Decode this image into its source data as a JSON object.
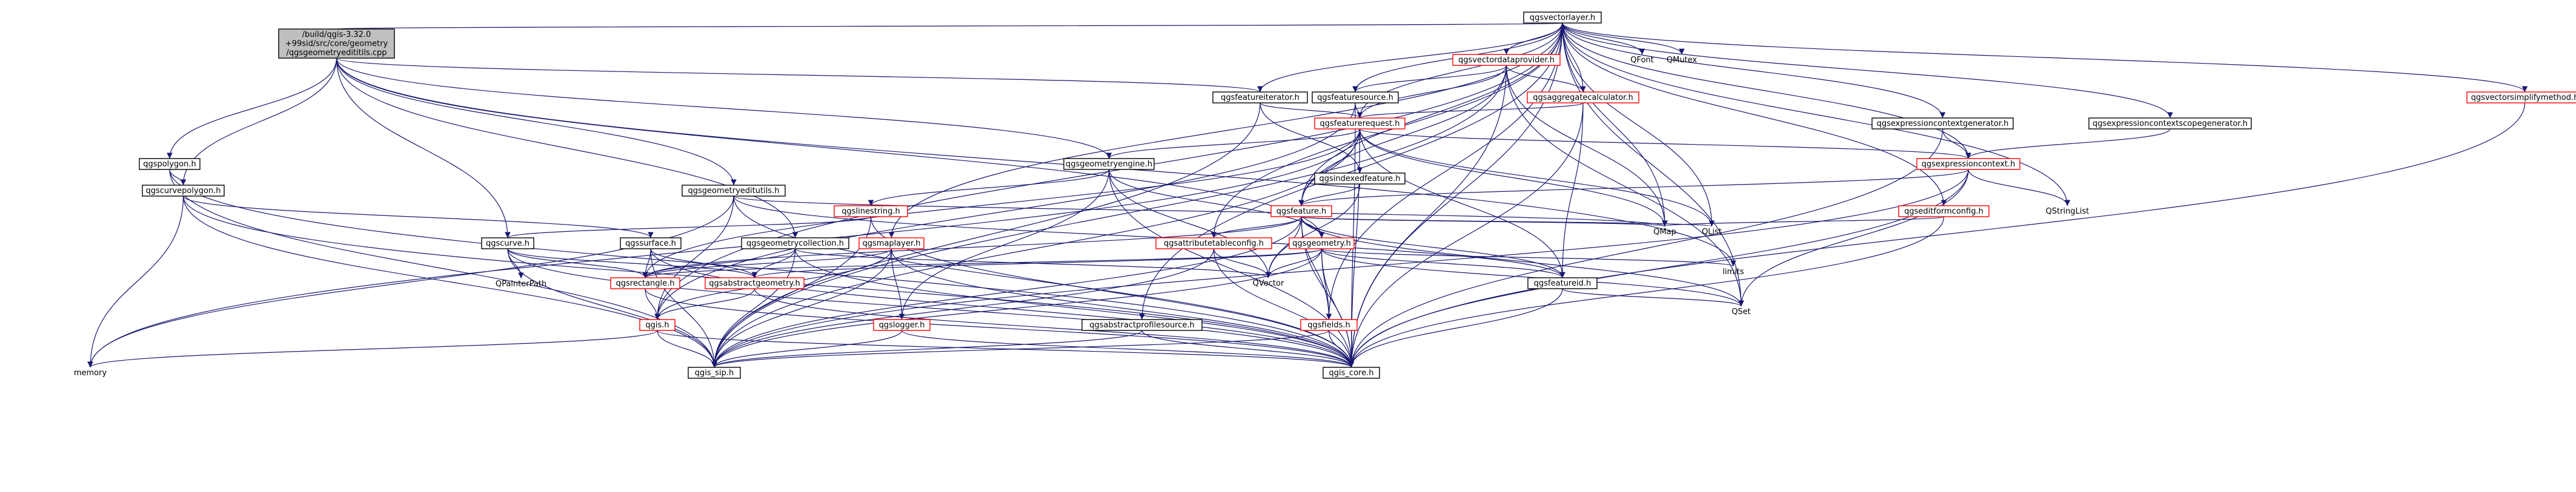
{
  "graph": {
    "root": {
      "id": "root",
      "lines": [
        "/build/qgis-3.32.0",
        "+99sid/src/core/geometry",
        "/qgsgeometryedititils.cpp"
      ]
    },
    "nodes": [
      {
        "id": "qgsvectorlayer",
        "label": "qgsvectorlayer.h",
        "style": "black"
      },
      {
        "id": "qgsvectordataprovider",
        "label": "qgsvectordataprovider.h",
        "style": "red"
      },
      {
        "id": "qgsfeaturesource",
        "label": "qgsfeaturesource.h",
        "style": "black"
      },
      {
        "id": "qgsaggregatecalculator",
        "label": "qgsaggregatecalculator.h",
        "style": "red"
      },
      {
        "id": "qgsfeatureiterator",
        "label": "qgsfeatureiterator.h",
        "style": "black"
      },
      {
        "id": "qgsfeaturerequest",
        "label": "qgsfeaturerequest.h",
        "style": "red"
      },
      {
        "id": "qgsexpressioncontextgenerator",
        "label": "qgsexpressioncontextgenerator.h",
        "style": "black"
      },
      {
        "id": "qgsexpressioncontextscopegenerator",
        "label": "qgsexpressioncontextscopegenerator.h",
        "style": "black"
      },
      {
        "id": "qgsvectorsimplifymethod",
        "label": "qgsvectorsimplifymethod.h",
        "style": "red"
      },
      {
        "id": "qgsexpressioncontext",
        "label": "qgsexpressioncontext.h",
        "style": "red"
      },
      {
        "id": "qgsindexedfeature",
        "label": "qgsindexedfeature.h",
        "style": "black"
      },
      {
        "id": "qgsgeometryengine",
        "label": "qgsgeometryengine.h",
        "style": "black"
      },
      {
        "id": "qgspolygon",
        "label": "qgspolygon.h",
        "style": "black"
      },
      {
        "id": "qgscurvepolygon",
        "label": "qgscurvepolygon.h",
        "style": "black"
      },
      {
        "id": "qgsgeometryeditutils",
        "label": "qgsgeometryeditutils.h",
        "style": "black"
      },
      {
        "id": "qgslinestring",
        "label": "qgslinestring.h",
        "style": "red"
      },
      {
        "id": "qgsfeature",
        "label": "qgsfeature.h",
        "style": "red"
      },
      {
        "id": "qgseditformconfig",
        "label": "qgseditformconfig.h",
        "style": "red"
      },
      {
        "id": "qgsattributetableconfig",
        "label": "qgsattributetableconfig.h",
        "style": "red"
      },
      {
        "id": "qgscurve",
        "label": "qgscurve.h",
        "style": "black"
      },
      {
        "id": "qgssurface",
        "label": "qgssurface.h",
        "style": "black"
      },
      {
        "id": "qgsgeometrycollection",
        "label": "qgsgeometrycollection.h",
        "style": "black"
      },
      {
        "id": "qgsmaplayer",
        "label": "qgsmaplayer.h",
        "style": "red"
      },
      {
        "id": "qgsgeometry",
        "label": "qgsgeometry.h",
        "style": "red"
      },
      {
        "id": "qgsfeatureid",
        "label": "qgsfeatureid.h",
        "style": "black"
      },
      {
        "id": "qgsrectangle",
        "label": "qgsrectangle.h",
        "style": "red"
      },
      {
        "id": "qgsabstractgeometry",
        "label": "qgsabstractgeometry.h",
        "style": "red"
      },
      {
        "id": "qgis",
        "label": "qgis.h",
        "style": "red"
      },
      {
        "id": "qgslogger",
        "label": "qgslogger.h",
        "style": "red"
      },
      {
        "id": "qgsabstractprofilesource",
        "label": "qgsabstractprofilesource.h",
        "style": "black"
      },
      {
        "id": "qgsfields",
        "label": "qgsfields.h",
        "style": "red"
      },
      {
        "id": "qgis_sip",
        "label": "qgis_sip.h",
        "style": "black"
      },
      {
        "id": "qgis_core",
        "label": "qgis_core.h",
        "style": "black"
      },
      {
        "id": "memory",
        "label": "memory",
        "style": "plain"
      },
      {
        "id": "QPainterPath",
        "label": "QPainterPath",
        "style": "plain"
      },
      {
        "id": "QVector",
        "label": "QVector",
        "style": "plain"
      },
      {
        "id": "QMap",
        "label": "QMap",
        "style": "plain"
      },
      {
        "id": "QList",
        "label": "QList",
        "style": "plain"
      },
      {
        "id": "QSet",
        "label": "QSet",
        "style": "plain"
      },
      {
        "id": "limits",
        "label": "limits",
        "style": "plain"
      },
      {
        "id": "QStringList",
        "label": "QStringList",
        "style": "plain"
      },
      {
        "id": "QFont",
        "label": "QFont",
        "style": "plain"
      },
      {
        "id": "QMutex",
        "label": "QMutex",
        "style": "plain"
      }
    ],
    "edges": [
      [
        "root",
        "qgsvectorlayer"
      ],
      [
        "root",
        "qgsgeometryeditutils"
      ],
      [
        "root",
        "qgspolygon"
      ],
      [
        "root",
        "qgscurvepolygon"
      ],
      [
        "root",
        "qgsgeometryengine"
      ],
      [
        "root",
        "qgsfeatureiterator"
      ],
      [
        "root",
        "qgsgeometrycollection"
      ],
      [
        "root",
        "qgsgeometry"
      ],
      [
        "root",
        "qgscurve"
      ],
      [
        "root",
        "limits"
      ],
      [
        "qgsvectorlayer",
        "qgsvectordataprovider"
      ],
      [
        "qgsvectorlayer",
        "qgsfeaturesource"
      ],
      [
        "qgsvectorlayer",
        "qgsaggregatecalculator"
      ],
      [
        "qgsvectorlayer",
        "qgsfeatureiterator"
      ],
      [
        "qgsvectorlayer",
        "qgsfeaturerequest"
      ],
      [
        "qgsvectorlayer",
        "qgsexpressioncontextgenerator"
      ],
      [
        "qgsvectorlayer",
        "qgsexpressioncontextscopegenerator"
      ],
      [
        "qgsvectorlayer",
        "qgsvectorsimplifymethod"
      ],
      [
        "qgsvectorlayer",
        "qgsexpressioncontext"
      ],
      [
        "qgsvectorlayer",
        "qgsfeature"
      ],
      [
        "qgsvectorlayer",
        "qgseditformconfig"
      ],
      [
        "qgsvectorlayer",
        "qgsattributetableconfig"
      ],
      [
        "qgsvectorlayer",
        "qgsmaplayer"
      ],
      [
        "qgsvectorlayer",
        "qgsabstractprofilesource"
      ],
      [
        "qgsvectorlayer",
        "qgis_core"
      ],
      [
        "qgsvectorlayer",
        "QFont"
      ],
      [
        "qgsvectorlayer",
        "QMutex"
      ],
      [
        "qgsvectorlayer",
        "QMap"
      ],
      [
        "qgsvectorlayer",
        "QList"
      ],
      [
        "qgsvectorlayer",
        "QSet"
      ],
      [
        "qgsvectorlayer",
        "QStringList"
      ],
      [
        "qgsvectorlayer",
        "qgis"
      ],
      [
        "qgsvectorlayer",
        "qgsfields"
      ],
      [
        "qgsvectordataprovider",
        "qgsfeaturesource"
      ],
      [
        "qgsvectordataprovider",
        "qgsaggregatecalculator"
      ],
      [
        "qgsvectordataprovider",
        "qgsfeaturerequest"
      ],
      [
        "qgsvectordataprovider",
        "qgsfeature"
      ],
      [
        "qgsvectordataprovider",
        "qgis_core"
      ],
      [
        "qgsvectordataprovider",
        "qgis_sip"
      ],
      [
        "qgsvectordataprovider",
        "QMap"
      ],
      [
        "qgsvectordataprovider",
        "QSet"
      ],
      [
        "qgsfeaturesource",
        "qgsfeaturerequest"
      ],
      [
        "qgsfeaturesource",
        "qgis_core"
      ],
      [
        "qgsfeaturesource",
        "qgis"
      ],
      [
        "qgsaggregatecalculator",
        "qgsfeaturerequest"
      ],
      [
        "qgsaggregatecalculator",
        "qgis_core"
      ],
      [
        "qgsaggregatecalculator",
        "qgsfeatureid"
      ],
      [
        "qgsfeatureiterator",
        "qgsfeaturerequest"
      ],
      [
        "qgsfeatureiterator",
        "qgsindexedfeature"
      ],
      [
        "qgsfeatureiterator",
        "qgis_sip"
      ],
      [
        "qgsfeaturerequest",
        "qgsfeature"
      ],
      [
        "qgsfeaturerequest",
        "qgsexpressioncontext"
      ],
      [
        "qgsfeaturerequest",
        "qgsrectangle"
      ],
      [
        "qgsfeaturerequest",
        "qgis_core"
      ],
      [
        "qgsfeaturerequest",
        "qgis_sip"
      ],
      [
        "qgsfeaturerequest",
        "QMap"
      ],
      [
        "qgsfeaturerequest",
        "QList"
      ],
      [
        "qgsfeaturerequest",
        "memory"
      ],
      [
        "qgsfeaturerequest",
        "qgsfeatureid"
      ],
      [
        "qgsfeaturerequest",
        "qgsgeometryengine"
      ],
      [
        "qgsexpressioncontextgenerator",
        "qgsexpressioncontext"
      ],
      [
        "qgsexpressioncontextgenerator",
        "qgis_core"
      ],
      [
        "qgsexpressioncontextscopegenerator",
        "qgsexpressioncontext"
      ],
      [
        "qgsvectorsimplifymethod",
        "qgis_core"
      ],
      [
        "qgsexpressioncontext",
        "qgis_core"
      ],
      [
        "qgsexpressioncontext",
        "qgis_sip"
      ],
      [
        "qgsexpressioncontext",
        "QStringList"
      ],
      [
        "qgsexpressioncontext",
        "QSet"
      ],
      [
        "qgsexpressioncontext",
        "qgsfeature"
      ],
      [
        "qgsindexedfeature",
        "qgsfeature"
      ],
      [
        "qgsindexedfeature",
        "QVector"
      ],
      [
        "qgsgeometryengine",
        "qgis_core"
      ],
      [
        "qgsgeometryengine",
        "qgslinestring"
      ],
      [
        "qgsgeometryengine",
        "qgsgeometry"
      ],
      [
        "qgsgeometryengine",
        "QVector"
      ],
      [
        "qgsgeometryengine",
        "qgslogger"
      ],
      [
        "qgspolygon",
        "qgscurvepolygon"
      ],
      [
        "qgspolygon",
        "qgis_core"
      ],
      [
        "qgspolygon",
        "qgis_sip"
      ],
      [
        "qgscurvepolygon",
        "qgssurface"
      ],
      [
        "qgscurvepolygon",
        "qgis_core"
      ],
      [
        "qgscurvepolygon",
        "qgis_sip"
      ],
      [
        "qgscurvepolygon",
        "memory"
      ],
      [
        "qgsgeometryeditutils",
        "qgis_core"
      ],
      [
        "qgsgeometryeditutils",
        "qgsfeatureid"
      ],
      [
        "qgsgeometryeditutils",
        "qgis"
      ],
      [
        "qgsgeometryeditutils",
        "memory"
      ],
      [
        "qgsgeometryeditutils",
        "QMap"
      ],
      [
        "qgslinestring",
        "qgscurve"
      ],
      [
        "qgslinestring",
        "qgis_core"
      ],
      [
        "qgslinestring",
        "qgis_sip"
      ],
      [
        "qgsfeature",
        "qgsgeometry"
      ],
      [
        "qgsfeature",
        "qgsfeatureid"
      ],
      [
        "qgsfeature",
        "qgsfields"
      ],
      [
        "qgsfeature",
        "qgis_core"
      ],
      [
        "qgsfeature",
        "qgis_sip"
      ],
      [
        "qgsfeature",
        "QMap"
      ],
      [
        "qgsfeature",
        "QList"
      ],
      [
        "qgsfeature",
        "QVector"
      ],
      [
        "qgsfeature",
        "QSet"
      ],
      [
        "qgsfeature",
        "qgsattributetableconfig"
      ],
      [
        "qgsfeature",
        "qgsrectangle"
      ],
      [
        "qgseditformconfig",
        "qgis_core"
      ],
      [
        "qgseditformconfig",
        "QMap"
      ],
      [
        "qgsattributetableconfig",
        "qgis_core"
      ],
      [
        "qgsattributetableconfig",
        "qgis_sip"
      ],
      [
        "qgsattributetableconfig",
        "QVector"
      ],
      [
        "qgscurve",
        "qgsabstractgeometry"
      ],
      [
        "qgscurve",
        "qgsrectangle"
      ],
      [
        "qgscurve",
        "QPainterPath"
      ],
      [
        "qgscurve",
        "qgis_core"
      ],
      [
        "qgscurve",
        "qgis_sip"
      ],
      [
        "qgssurface",
        "qgsabstractgeometry"
      ],
      [
        "qgssurface",
        "qgsrectangle"
      ],
      [
        "qgssurface",
        "qgis_core"
      ],
      [
        "qgssurface",
        "qgis_sip"
      ],
      [
        "qgsgeometrycollection",
        "qgsabstractgeometry"
      ],
      [
        "qgsgeometrycollection",
        "qgsrectangle"
      ],
      [
        "qgsgeometrycollection",
        "qgis_core"
      ],
      [
        "qgsgeometrycollection",
        "qgis_sip"
      ],
      [
        "qgsgeometrycollection",
        "QVector"
      ],
      [
        "qgsmaplayer",
        "qgis_core"
      ],
      [
        "qgsmaplayer",
        "qgis_sip"
      ],
      [
        "qgsmaplayer",
        "qgis"
      ],
      [
        "qgsmaplayer",
        "qgsrectangle"
      ],
      [
        "qgsmaplayer",
        "qgslogger"
      ],
      [
        "qgsgeometry",
        "qgsabstractgeometry"
      ],
      [
        "qgsgeometry",
        "qgsfeatureid"
      ],
      [
        "qgsgeometry",
        "qgis_core"
      ],
      [
        "qgsgeometry",
        "qgis_sip"
      ],
      [
        "qgsgeometry",
        "QVector"
      ],
      [
        "qgsgeometry",
        "QSet"
      ],
      [
        "qgsgeometry",
        "limits"
      ],
      [
        "qgsgeometry",
        "qgsrectangle"
      ],
      [
        "qgsgeometry",
        "qgsfields"
      ],
      [
        "qgsfeatureid",
        "QSet"
      ],
      [
        "qgsfeatureid",
        "qgis_core"
      ],
      [
        "qgsrectangle",
        "qgis"
      ],
      [
        "qgsrectangle",
        "qgis_core"
      ],
      [
        "qgsabstractgeometry",
        "qgis"
      ],
      [
        "qgsabstractgeometry",
        "qgis_core"
      ],
      [
        "qgis",
        "qgis_sip"
      ],
      [
        "qgis",
        "qgis_core"
      ],
      [
        "qgis",
        "memory"
      ],
      [
        "qgslogger",
        "qgis_core"
      ],
      [
        "qgslogger",
        "qgis_sip"
      ],
      [
        "qgsabstractprofilesource",
        "qgis_core"
      ],
      [
        "qgsabstractprofilesource",
        "qgis_sip"
      ],
      [
        "qgsfields",
        "qgis_core"
      ],
      [
        "qgsfields",
        "qgis_sip"
      ]
    ]
  }
}
